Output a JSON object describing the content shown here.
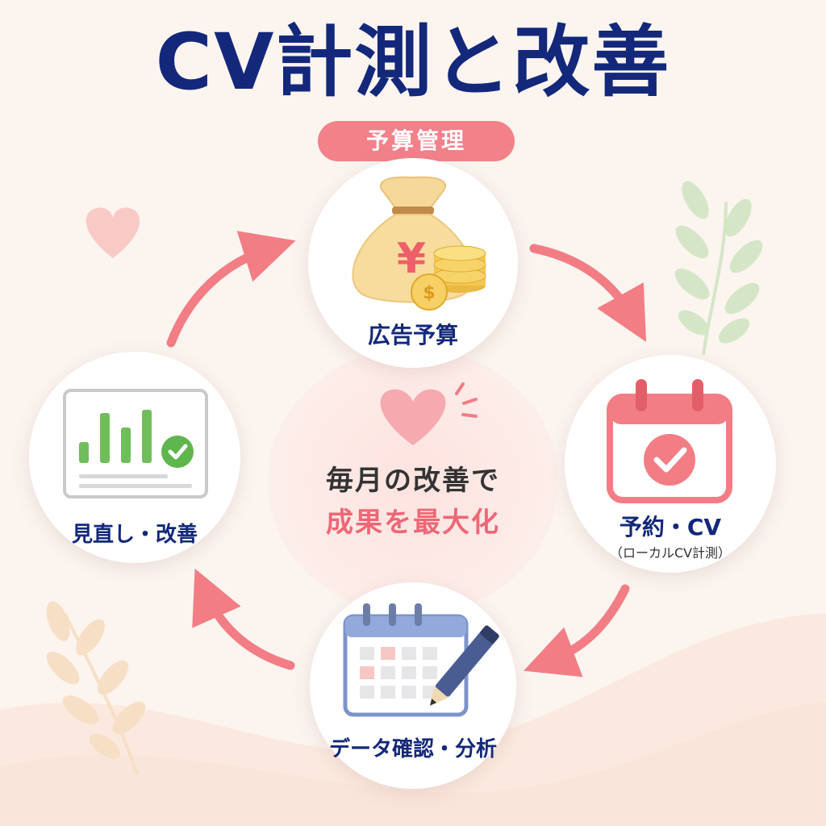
{
  "title": "CV計測と改善",
  "badge": "予算管理",
  "center": {
    "line1": "毎月の改善で",
    "line2": "成果を最大化"
  },
  "nodes": {
    "budget": {
      "label": "広告予算",
      "icon": "money-bag-icon"
    },
    "booking": {
      "label": "予約・CV",
      "sub": "（ローカルCV計測）",
      "icon": "calendar-check-icon"
    },
    "data": {
      "label": "データ確認・分析",
      "icon": "calendar-pencil-icon"
    },
    "review": {
      "label": "見直し・改善",
      "icon": "chart-check-icon"
    }
  },
  "colors": {
    "title": "#13287a",
    "accent": "#f2818a",
    "arrow": "#f27d85",
    "background": "#fbf4ef"
  }
}
